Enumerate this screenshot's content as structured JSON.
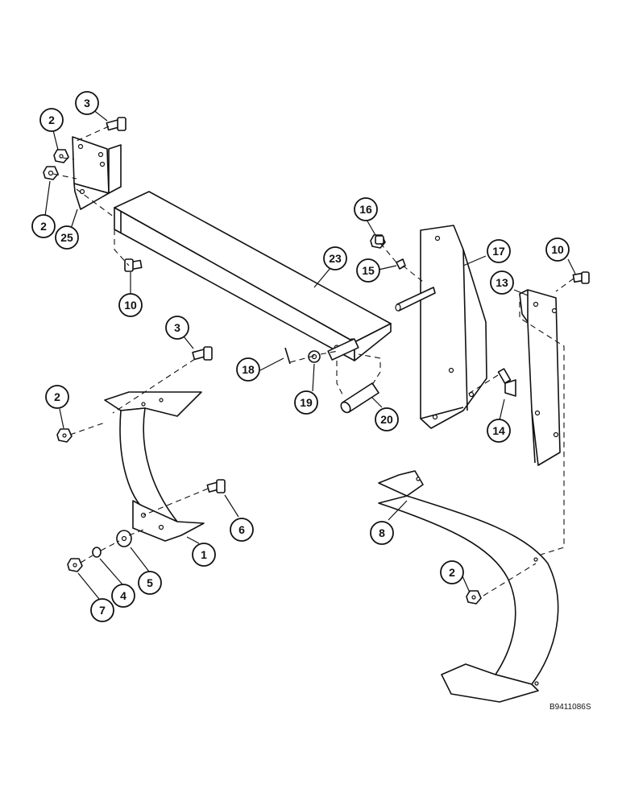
{
  "figure_reference": "B9411086S",
  "callouts": [
    "3",
    "2",
    "2",
    "25",
    "10",
    "16",
    "15",
    "23",
    "17",
    "10",
    "13",
    "3",
    "18",
    "19",
    "20",
    "14",
    "2",
    "6",
    "1",
    "8",
    "5",
    "4",
    "7",
    "2"
  ]
}
